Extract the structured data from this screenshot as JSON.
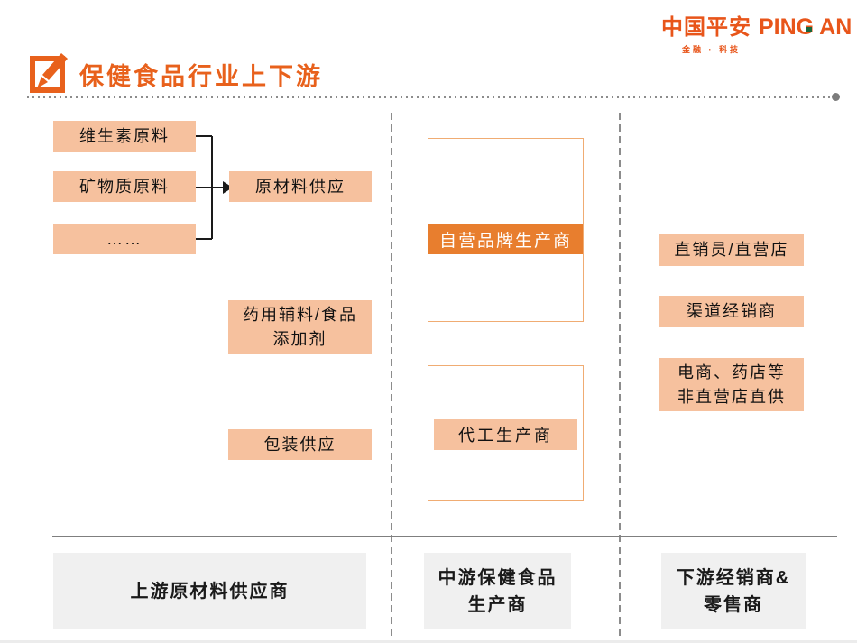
{
  "logo": {
    "cn": "中国平安",
    "en": "PING AN",
    "subtitle": "金融 · 科技"
  },
  "title": "保健食品行业上下游",
  "upstream": {
    "materials": [
      "维生素原料",
      "矿物质原料",
      "……"
    ],
    "supply": "原材料供应",
    "additives": "药用辅料/食品\n添加剂",
    "packaging": "包装供应",
    "footer": "上游原材料供应商"
  },
  "midstream": {
    "own_brand": "自营品牌生产商",
    "oem": "代工生产商",
    "footer": "中游保健食品\n生产商"
  },
  "downstream": {
    "channels": [
      "直销员/直营店",
      "渠道经销商",
      "电商、药店等\n非直营店直供"
    ],
    "footer": "下游经销商&\n零售商"
  },
  "colors": {
    "accent_orange": "#E8611C",
    "banner_orange": "#E87E2E",
    "peach": "#F6C19E",
    "panel_border": "#F0AC73",
    "gray_box": "#F0F0F0",
    "line_gray": "#7F7F7F",
    "logo_green": "#17663A"
  }
}
